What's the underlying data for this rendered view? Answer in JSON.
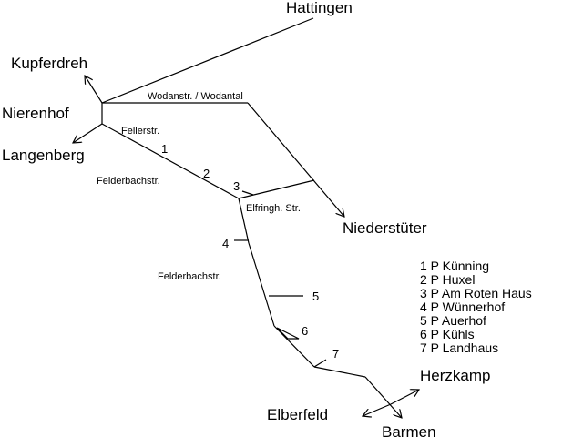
{
  "places": {
    "hattingen": "Hattingen",
    "kupferdreh": "Kupferdreh",
    "nierenhof": "Nierenhof",
    "langenberg": "Langenberg",
    "niederstueter": "Niederstüter",
    "herzkamp": "Herzkamp",
    "elberfeld": "Elberfeld",
    "barmen": "Barmen"
  },
  "streets": {
    "wodanstr": "Wodanstr. / Wodantal",
    "fellerstr": "Fellerstr.",
    "felderbachstr_1": "Felderbachstr.",
    "elfringh": "Elfringh. Str.",
    "felderbachstr_2": "Felderbachstr."
  },
  "stop_numbers": [
    "1",
    "2",
    "3",
    "4",
    "5",
    "6",
    "7"
  ],
  "legend": [
    "1 P Künning",
    "2 P Huxel",
    "3 P Am Roten Haus",
    "4 P Wünnerhof",
    "5 P Auerhof",
    "6 P Kühls",
    "7 P Landhaus"
  ],
  "colors": {
    "line": "#000000",
    "background": "#ffffff"
  }
}
